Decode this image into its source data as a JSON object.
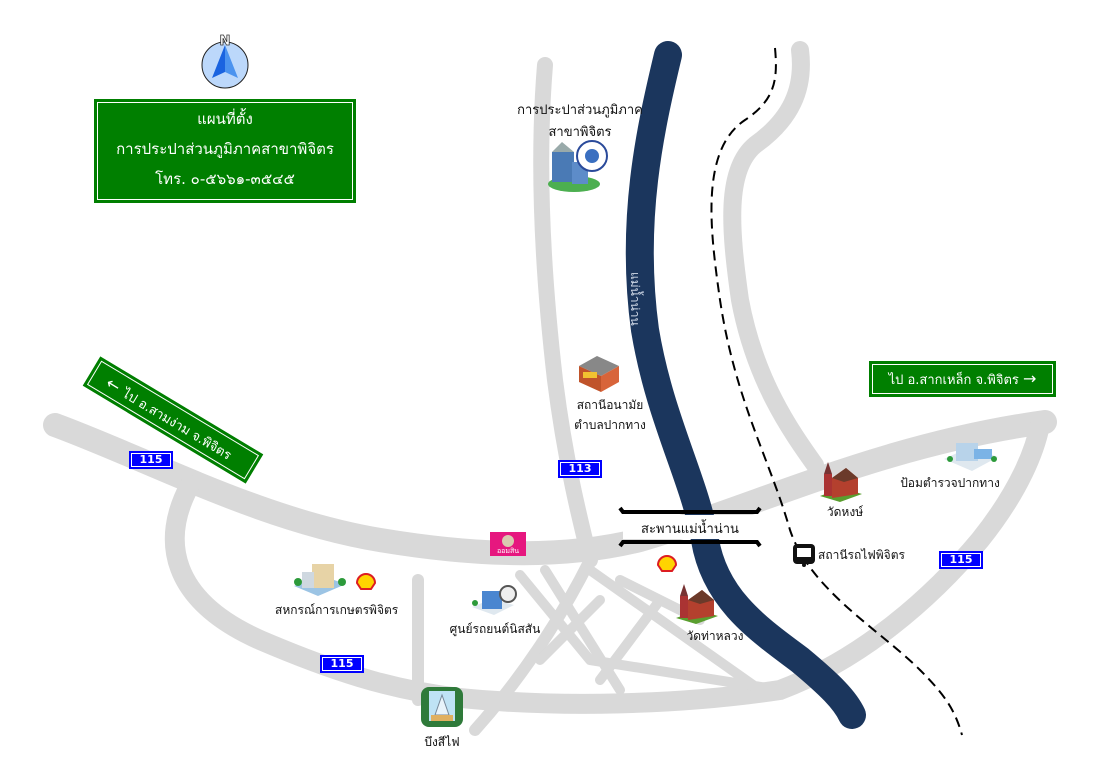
{
  "title_sign": {
    "line1": "แผนที่ตั้ง",
    "line2": "การประปาส่วนภูมิภาคสาขาพิจิตร",
    "phone": "โทร.  ๐-๕๖๖๑-๓๕๔๕"
  },
  "compass": {
    "letter": "N"
  },
  "direction_signs": {
    "left": {
      "arrow": "←",
      "text": "ไป อ.สามง่าม จ.พิจิตร"
    },
    "right": {
      "text": "ไป อ.สากเหล็ก จ.พิจิตร",
      "arrow": "→"
    }
  },
  "route_shields": [
    "115",
    "113",
    "115",
    "115"
  ],
  "river_label": "แม่น้ำน่าน",
  "bridge_label": "สะพานแม่น้ำน่าน",
  "landmarks": {
    "pwa_office": [
      "การประปาส่วนภูมิภาค",
      "สาขาพิจิตร"
    ],
    "health_station": [
      "สถานีอนามัย",
      "ตำบลปากทาง"
    ],
    "wat_hong": "วัดหงษ์",
    "police": "ป้อมตำรวจปากทาง",
    "train_station": "สถานีรถไฟพิจิตร",
    "wat_tha_luang": "วัดท่าหลวง",
    "coop": "สหกรณ์การเกษตรพิจิตร",
    "nissan": "ศูนย์รถยนต์นิสสัน",
    "bueng_si_fai": "บึงสีไฟ",
    "gsb_bank": "ออมสิน"
  },
  "colors": {
    "road": "#d9d9d9",
    "river": "#1b365d",
    "sign_green": "#007f00",
    "shield_blue": "#0000ff"
  }
}
